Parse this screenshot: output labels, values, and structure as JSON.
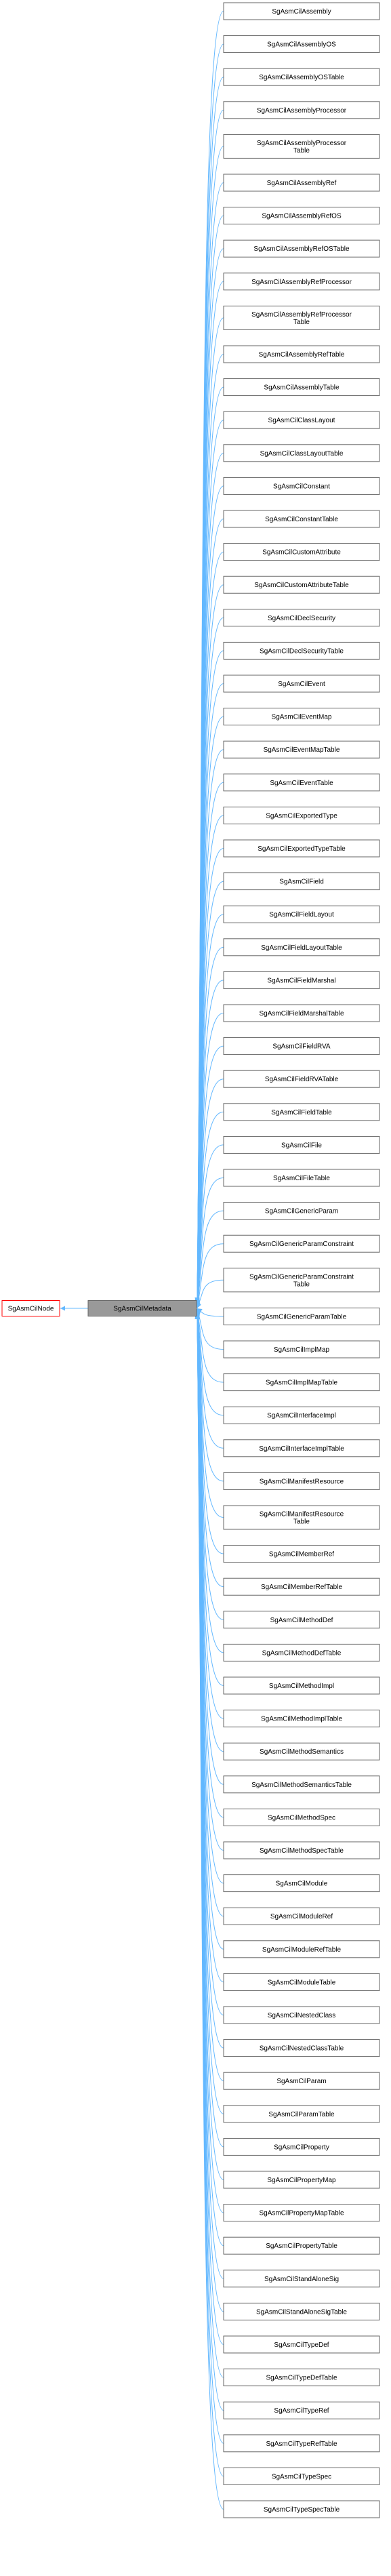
{
  "root": {
    "label": "SgAsmCilNode"
  },
  "focus": {
    "label": "SgAsmCilMetadata"
  },
  "children": [
    {
      "lines": [
        "SgAsmCilAssembly"
      ]
    },
    {
      "lines": [
        "SgAsmCilAssemblyOS"
      ]
    },
    {
      "lines": [
        "SgAsmCilAssemblyOSTable"
      ]
    },
    {
      "lines": [
        "SgAsmCilAssemblyProcessor"
      ]
    },
    {
      "lines": [
        "SgAsmCilAssemblyProcessor",
        "Table"
      ]
    },
    {
      "lines": [
        "SgAsmCilAssemblyRef"
      ]
    },
    {
      "lines": [
        "SgAsmCilAssemblyRefOS"
      ]
    },
    {
      "lines": [
        "SgAsmCilAssemblyRefOSTable"
      ]
    },
    {
      "lines": [
        "SgAsmCilAssemblyRefProcessor"
      ]
    },
    {
      "lines": [
        "SgAsmCilAssemblyRefProcessor",
        "Table"
      ]
    },
    {
      "lines": [
        "SgAsmCilAssemblyRefTable"
      ]
    },
    {
      "lines": [
        "SgAsmCilAssemblyTable"
      ]
    },
    {
      "lines": [
        "SgAsmCilClassLayout"
      ]
    },
    {
      "lines": [
        "SgAsmCilClassLayoutTable"
      ]
    },
    {
      "lines": [
        "SgAsmCilConstant"
      ]
    },
    {
      "lines": [
        "SgAsmCilConstantTable"
      ]
    },
    {
      "lines": [
        "SgAsmCilCustomAttribute"
      ]
    },
    {
      "lines": [
        "SgAsmCilCustomAttributeTable"
      ]
    },
    {
      "lines": [
        "SgAsmCilDeclSecurity"
      ]
    },
    {
      "lines": [
        "SgAsmCilDeclSecurityTable"
      ]
    },
    {
      "lines": [
        "SgAsmCilEvent"
      ]
    },
    {
      "lines": [
        "SgAsmCilEventMap"
      ]
    },
    {
      "lines": [
        "SgAsmCilEventMapTable"
      ]
    },
    {
      "lines": [
        "SgAsmCilEventTable"
      ]
    },
    {
      "lines": [
        "SgAsmCilExportedType"
      ]
    },
    {
      "lines": [
        "SgAsmCilExportedTypeTable"
      ]
    },
    {
      "lines": [
        "SgAsmCilField"
      ]
    },
    {
      "lines": [
        "SgAsmCilFieldLayout"
      ]
    },
    {
      "lines": [
        "SgAsmCilFieldLayoutTable"
      ]
    },
    {
      "lines": [
        "SgAsmCilFieldMarshal"
      ]
    },
    {
      "lines": [
        "SgAsmCilFieldMarshalTable"
      ]
    },
    {
      "lines": [
        "SgAsmCilFieldRVA"
      ]
    },
    {
      "lines": [
        "SgAsmCilFieldRVATable"
      ]
    },
    {
      "lines": [
        "SgAsmCilFieldTable"
      ]
    },
    {
      "lines": [
        "SgAsmCilFile"
      ]
    },
    {
      "lines": [
        "SgAsmCilFileTable"
      ]
    },
    {
      "lines": [
        "SgAsmCilGenericParam"
      ]
    },
    {
      "lines": [
        "SgAsmCilGenericParamConstraint"
      ]
    },
    {
      "lines": [
        "SgAsmCilGenericParamConstraint",
        "Table"
      ]
    },
    {
      "lines": [
        "SgAsmCilGenericParamTable"
      ]
    },
    {
      "lines": [
        "SgAsmCilImplMap"
      ]
    },
    {
      "lines": [
        "SgAsmCilImplMapTable"
      ]
    },
    {
      "lines": [
        "SgAsmCilInterfaceImpl"
      ]
    },
    {
      "lines": [
        "SgAsmCilInterfaceImplTable"
      ]
    },
    {
      "lines": [
        "SgAsmCilManifestResource"
      ]
    },
    {
      "lines": [
        "SgAsmCilManifestResource",
        "Table"
      ]
    },
    {
      "lines": [
        "SgAsmCilMemberRef"
      ]
    },
    {
      "lines": [
        "SgAsmCilMemberRefTable"
      ]
    },
    {
      "lines": [
        "SgAsmCilMethodDef"
      ]
    },
    {
      "lines": [
        "SgAsmCilMethodDefTable"
      ]
    },
    {
      "lines": [
        "SgAsmCilMethodImpl"
      ]
    },
    {
      "lines": [
        "SgAsmCilMethodImplTable"
      ]
    },
    {
      "lines": [
        "SgAsmCilMethodSemantics"
      ]
    },
    {
      "lines": [
        "SgAsmCilMethodSemanticsTable"
      ]
    },
    {
      "lines": [
        "SgAsmCilMethodSpec"
      ]
    },
    {
      "lines": [
        "SgAsmCilMethodSpecTable"
      ]
    },
    {
      "lines": [
        "SgAsmCilModule"
      ]
    },
    {
      "lines": [
        "SgAsmCilModuleRef"
      ]
    },
    {
      "lines": [
        "SgAsmCilModuleRefTable"
      ]
    },
    {
      "lines": [
        "SgAsmCilModuleTable"
      ]
    },
    {
      "lines": [
        "SgAsmCilNestedClass"
      ]
    },
    {
      "lines": [
        "SgAsmCilNestedClassTable"
      ]
    },
    {
      "lines": [
        "SgAsmCilParam"
      ]
    },
    {
      "lines": [
        "SgAsmCilParamTable"
      ]
    },
    {
      "lines": [
        "SgAsmCilProperty"
      ]
    },
    {
      "lines": [
        "SgAsmCilPropertyMap"
      ]
    },
    {
      "lines": [
        "SgAsmCilPropertyMapTable"
      ]
    },
    {
      "lines": [
        "SgAsmCilPropertyTable"
      ]
    },
    {
      "lines": [
        "SgAsmCilStandAloneSig"
      ]
    },
    {
      "lines": [
        "SgAsmCilStandAloneSigTable"
      ]
    },
    {
      "lines": [
        "SgAsmCilTypeDef"
      ]
    },
    {
      "lines": [
        "SgAsmCilTypeDefTable"
      ]
    },
    {
      "lines": [
        "SgAsmCilTypeRef"
      ]
    },
    {
      "lines": [
        "SgAsmCilTypeRefTable"
      ]
    },
    {
      "lines": [
        "SgAsmCilTypeSpec"
      ]
    },
    {
      "lines": [
        "SgAsmCilTypeSpecTable"
      ]
    }
  ],
  "colors": {
    "root_border": "#ff0000",
    "focus_fill": "#999999",
    "node_border": "#666666",
    "edge": "#63b8ff"
  }
}
